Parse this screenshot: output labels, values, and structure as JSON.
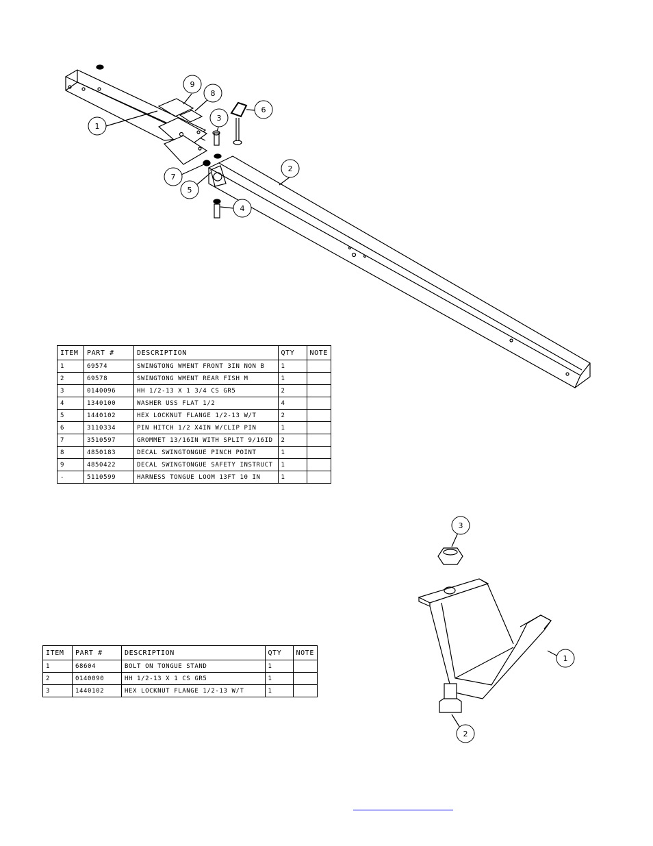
{
  "assembly1": {
    "callouts": [
      "1",
      "2",
      "3",
      "4",
      "5",
      "6",
      "7",
      "8",
      "9"
    ],
    "headers": [
      "ITEM",
      "PART #",
      "DESCRIPTION",
      "QTY",
      "NOTE"
    ],
    "rows": [
      {
        "item": "1",
        "part": "69574",
        "desc": "SWINGTONG WMENT FRONT 3IN NON B",
        "qty": "1",
        "note": ""
      },
      {
        "item": "2",
        "part": "69578",
        "desc": "SWINGTONG WMENT REAR FISH M",
        "qty": "1",
        "note": ""
      },
      {
        "item": "3",
        "part": "0140096",
        "desc": "HH 1/2-13 X 1 3/4 CS GR5",
        "qty": "2",
        "note": ""
      },
      {
        "item": "4",
        "part": "1340100",
        "desc": "WASHER USS FLAT 1/2",
        "qty": "4",
        "note": ""
      },
      {
        "item": "5",
        "part": "1440102",
        "desc": "HEX LOCKNUT FLANGE 1/2-13 W/T",
        "qty": "2",
        "note": ""
      },
      {
        "item": "6",
        "part": "3110334",
        "desc": "PIN HITCH 1/2 X4IN W/CLIP PIN",
        "qty": "1",
        "note": ""
      },
      {
        "item": "7",
        "part": "3510597",
        "desc": "GROMMET 13/16IN  WITH SPLIT 9/16ID",
        "qty": "2",
        "note": ""
      },
      {
        "item": "8",
        "part": "4850183",
        "desc": "DECAL SWINGTONGUE PINCH POINT",
        "qty": "1",
        "note": ""
      },
      {
        "item": "9",
        "part": "4850422",
        "desc": "DECAL SWINGTONGUE SAFETY INSTRUCT",
        "qty": "1",
        "note": ""
      },
      {
        "item": "-",
        "part": "5110599",
        "desc": "HARNESS  TONGUE LOOM 13FT 10 IN",
        "qty": "1",
        "note": ""
      }
    ]
  },
  "assembly2": {
    "callouts": [
      "1",
      "2",
      "3"
    ],
    "headers": [
      "ITEM",
      "PART #",
      "DESCRIPTION",
      "QTY",
      "NOTE"
    ],
    "rows": [
      {
        "item": "1",
        "part": "68604",
        "desc": "BOLT ON TONGUE STAND",
        "qty": "1",
        "note": ""
      },
      {
        "item": "2",
        "part": "0140090",
        "desc": "HH 1/2-13 X 1 CS GR5",
        "qty": "1",
        "note": ""
      },
      {
        "item": "3",
        "part": "1440102",
        "desc": "HEX LOCKNUT FLANGE 1/2-13 W/T",
        "qty": "1",
        "note": ""
      }
    ]
  }
}
